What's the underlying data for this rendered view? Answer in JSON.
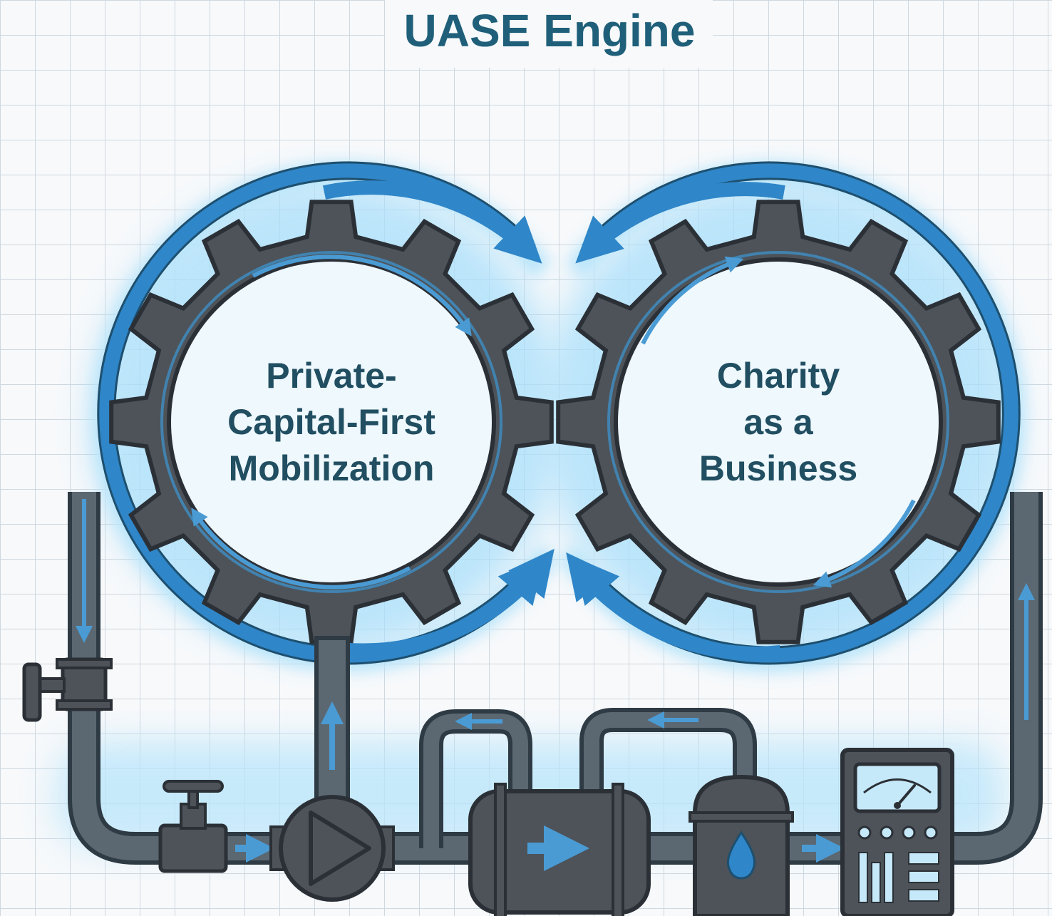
{
  "title": "UASE Engine",
  "gears": [
    {
      "id": "left",
      "label_lines": [
        "Private-",
        "Capital-First",
        "Mobilization"
      ]
    },
    {
      "id": "right",
      "label_lines": [
        "Charity",
        "as a",
        "Business"
      ]
    }
  ],
  "colors": {
    "background": "#f7f9fb",
    "grid": "#cfd8df",
    "gear": "#4d5359",
    "gear_stroke": "#2b3036",
    "flow_blue": "#2f86c8",
    "glow": "#8fd3f7",
    "title": "#1f5f79",
    "text": "#214e61"
  },
  "icons": [
    "valve-handle-icon",
    "pump-icon",
    "tank-icon",
    "water-drop-icon",
    "gauge-icon",
    "flow-arrow-icon"
  ]
}
